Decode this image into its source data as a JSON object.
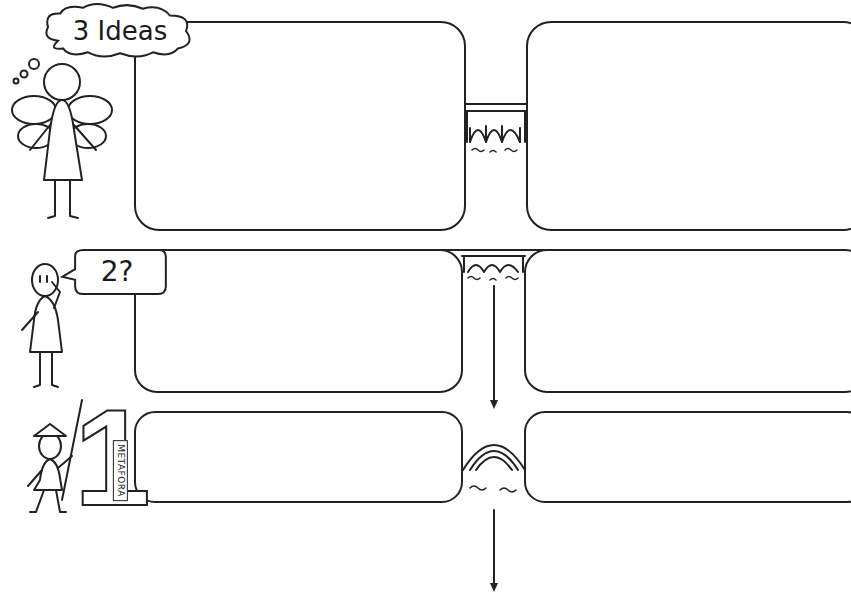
{
  "diagram": {
    "nodes": [
      {
        "text": [
          "3 Ideas"
        ]
      },
      {
        "text": [
          "2?"
        ]
      }
    ],
    "labels": [
      "1",
      "METAFORA"
    ]
  }
}
